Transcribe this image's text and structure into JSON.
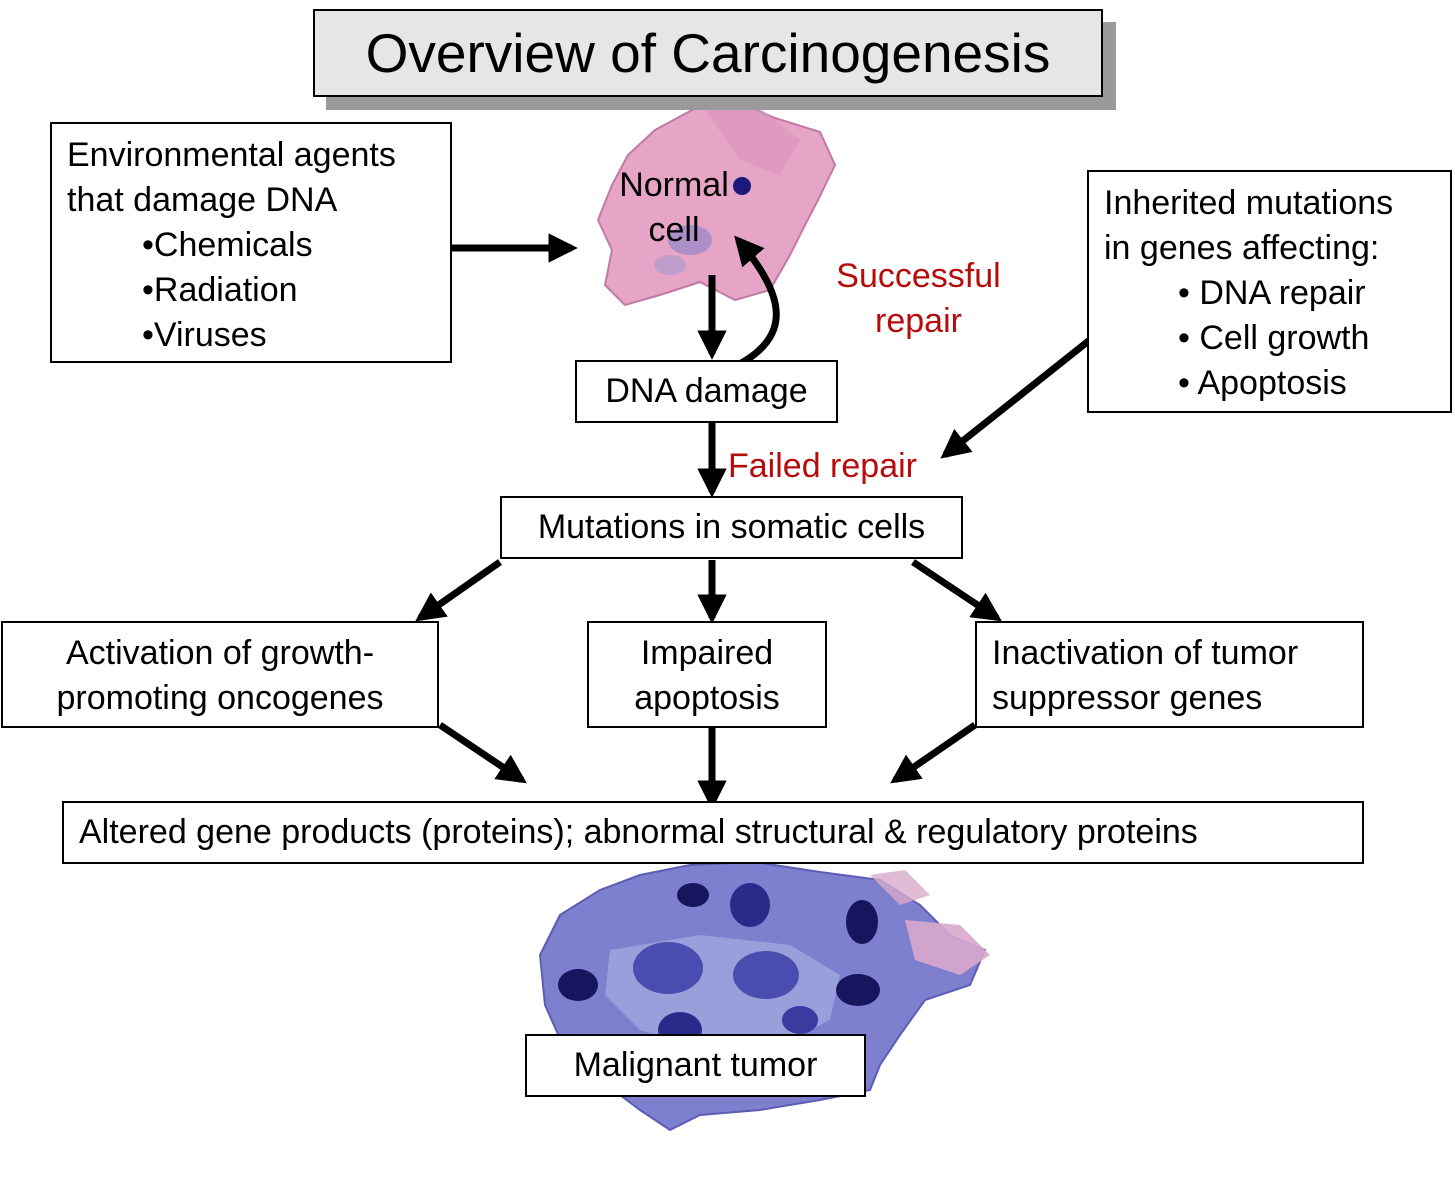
{
  "title": "Overview of Carcinogenesis",
  "environmental": {
    "heading": [
      "Environmental agents",
      "that damage DNA"
    ],
    "items": [
      "•Chemicals",
      "•Radiation",
      "•Viruses"
    ]
  },
  "normal_cell": [
    "Normal",
    "cell"
  ],
  "successful_repair": [
    "Successful",
    "repair"
  ],
  "inherited": {
    "heading": [
      "Inherited mutations",
      "in genes affecting:"
    ],
    "items": [
      "• DNA repair",
      "• Cell growth",
      "• Apoptosis"
    ]
  },
  "dna_damage": "DNA damage",
  "failed_repair": "Failed repair",
  "mutations": "Mutations in somatic cells",
  "oncogenes": [
    "Activation of growth-",
    "promoting oncogenes"
  ],
  "apoptosis": [
    "Impaired",
    "apoptosis"
  ],
  "tumor_suppressor": [
    "Inactivation of tumor",
    "suppressor genes"
  ],
  "altered_products": "Altered gene products (proteins); abnormal structural & regulatory proteins",
  "malignant": "Malignant tumor",
  "colors": {
    "repair_text": "#b80c0c",
    "normal_cell_fill": "#e6a5c6",
    "tumor_cell_fill": "#7e7fcf",
    "nucleus": "#1b1a7a",
    "title_bg": "#e6e6e6"
  }
}
